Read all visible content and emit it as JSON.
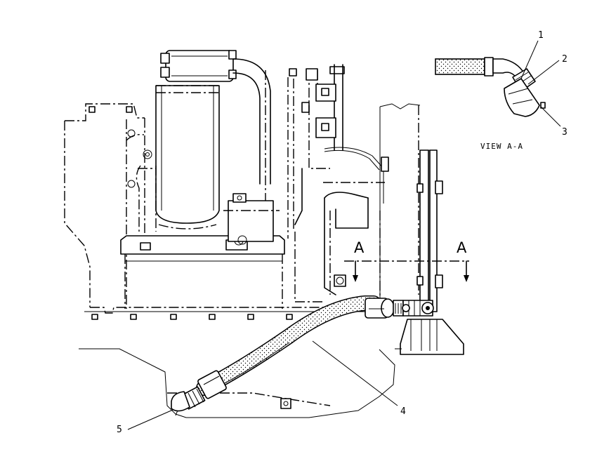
{
  "view_title": "VIEW  A-A",
  "section_marks": {
    "left": "A",
    "right": "A"
  },
  "callouts": [
    {
      "id": "callout-1",
      "text": "1"
    },
    {
      "id": "callout-2",
      "text": "2"
    },
    {
      "id": "callout-3",
      "text": "3"
    },
    {
      "id": "callout-4",
      "text": "4"
    },
    {
      "id": "callout-5",
      "text": "5"
    }
  ]
}
